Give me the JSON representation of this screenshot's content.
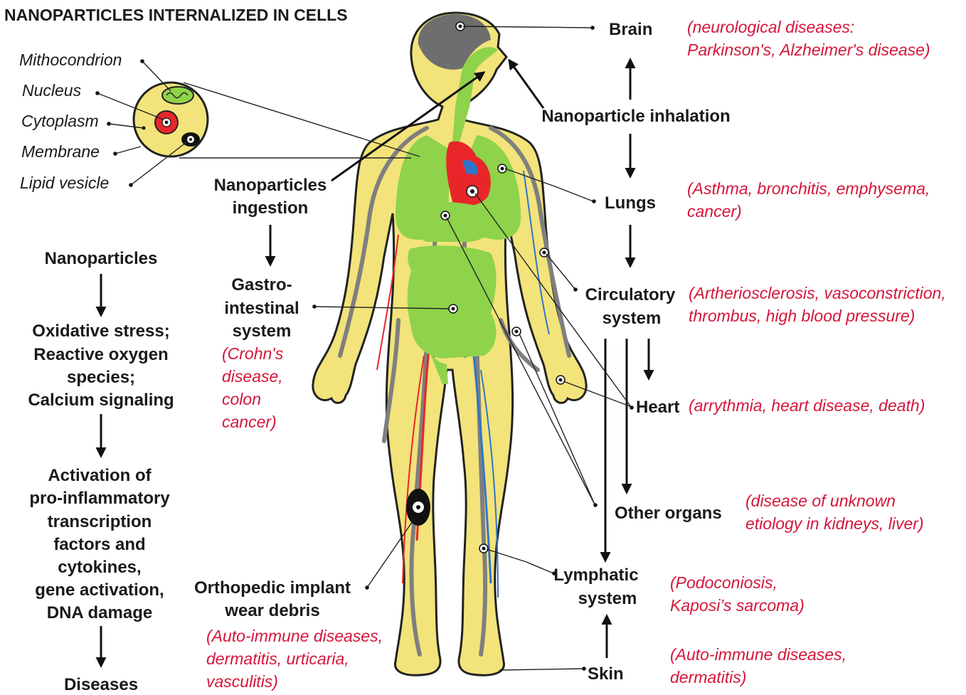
{
  "title": "NANOPARTICLES INTERNALIZED IN CELLS",
  "cell_parts": [
    "Mithocondrion",
    "Nucleus",
    "Cytoplasm",
    "Membrane",
    "Lipid vesicle"
  ],
  "pathway": {
    "step1": "Nanoparticles",
    "step2": [
      "Oxidative stress;",
      "Reactive oxygen",
      "species;",
      "Calcium signaling"
    ],
    "step3": [
      "Activation of",
      "pro-inflammatory",
      "transcription",
      "factors and",
      "cytokines,",
      "gene activation,",
      "DNA damage"
    ],
    "step4": "Diseases"
  },
  "routes": {
    "ingestion": [
      "Nanoparticles",
      "ingestion"
    ],
    "inhalation": "Nanoparticle inhalation",
    "implant": [
      "Orthopedic implant",
      "wear debris"
    ],
    "skin": "Skin"
  },
  "organs": {
    "brain": "Brain",
    "lungs": "Lungs",
    "circulatory": [
      "Circulatory",
      "system"
    ],
    "heart": "Heart",
    "other": "Other organs",
    "lymphatic": [
      "Lymphatic",
      "system"
    ],
    "gi": [
      "Gastro-",
      "intestinal",
      "system"
    ]
  },
  "diseases": {
    "brain": [
      "(neurological diseases:",
      "Parkinson's, Alzheimer's disease)"
    ],
    "lungs": [
      "(Asthma, bronchitis, emphysema,",
      "cancer)"
    ],
    "circulatory": [
      "(Artheriosclerosis, vasoconstriction,",
      "thrombus, high blood pressure)"
    ],
    "heart": "(arrythmia, heart disease, death)",
    "other": [
      "(disease of unknown",
      "etiology in kidneys, liver)"
    ],
    "lymphatic": [
      "(Podoconiosis,",
      "Kaposi’s sarcoma)"
    ],
    "skin": [
      "(Auto-immune diseases,",
      "dermatitis)"
    ],
    "gi": [
      "(Crohn's",
      "disease,",
      "colon",
      "cancer)"
    ],
    "implant": [
      "(Auto-immune diseases,",
      "dermatitis, urticaria,",
      "vasculitis)"
    ]
  },
  "colors": {
    "body": "#f2e37a",
    "body_outline": "#222222",
    "organs": "#8ed34a",
    "brain": "#6e6e6e",
    "vessels": "#7f7f7f",
    "heart": "#e8262a",
    "veins": "#2f76c9",
    "disease_text": "#d4163c"
  }
}
